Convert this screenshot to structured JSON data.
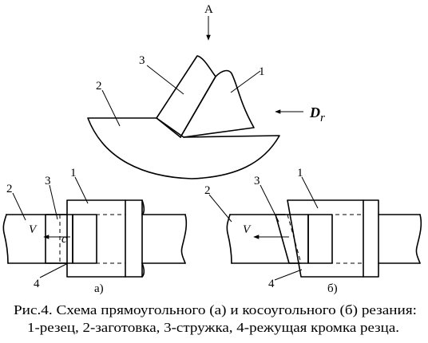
{
  "top_view": {
    "arrow_label": "A",
    "feed_label_main": "D",
    "feed_label_sub": "r",
    "labels": {
      "cutter": "1",
      "workpiece": "2",
      "chip": "3"
    }
  },
  "view_a": {
    "labels": {
      "cutter": "1",
      "workpiece": "2",
      "chip": "3",
      "edge": "4"
    },
    "velocity_label": "V",
    "point_label": "c",
    "caption": "а)"
  },
  "view_b": {
    "labels": {
      "cutter": "1",
      "workpiece": "2",
      "chip": "3",
      "edge": "4"
    },
    "velocity_label": "V",
    "caption": "б)"
  },
  "caption": {
    "line1": "Рис.4. Схема прямоугольного (а) и косоугольного (б) резания:",
    "line2": "1-резец, 2-заготовка, 3-стружка, 4-режущая кромка резца."
  }
}
